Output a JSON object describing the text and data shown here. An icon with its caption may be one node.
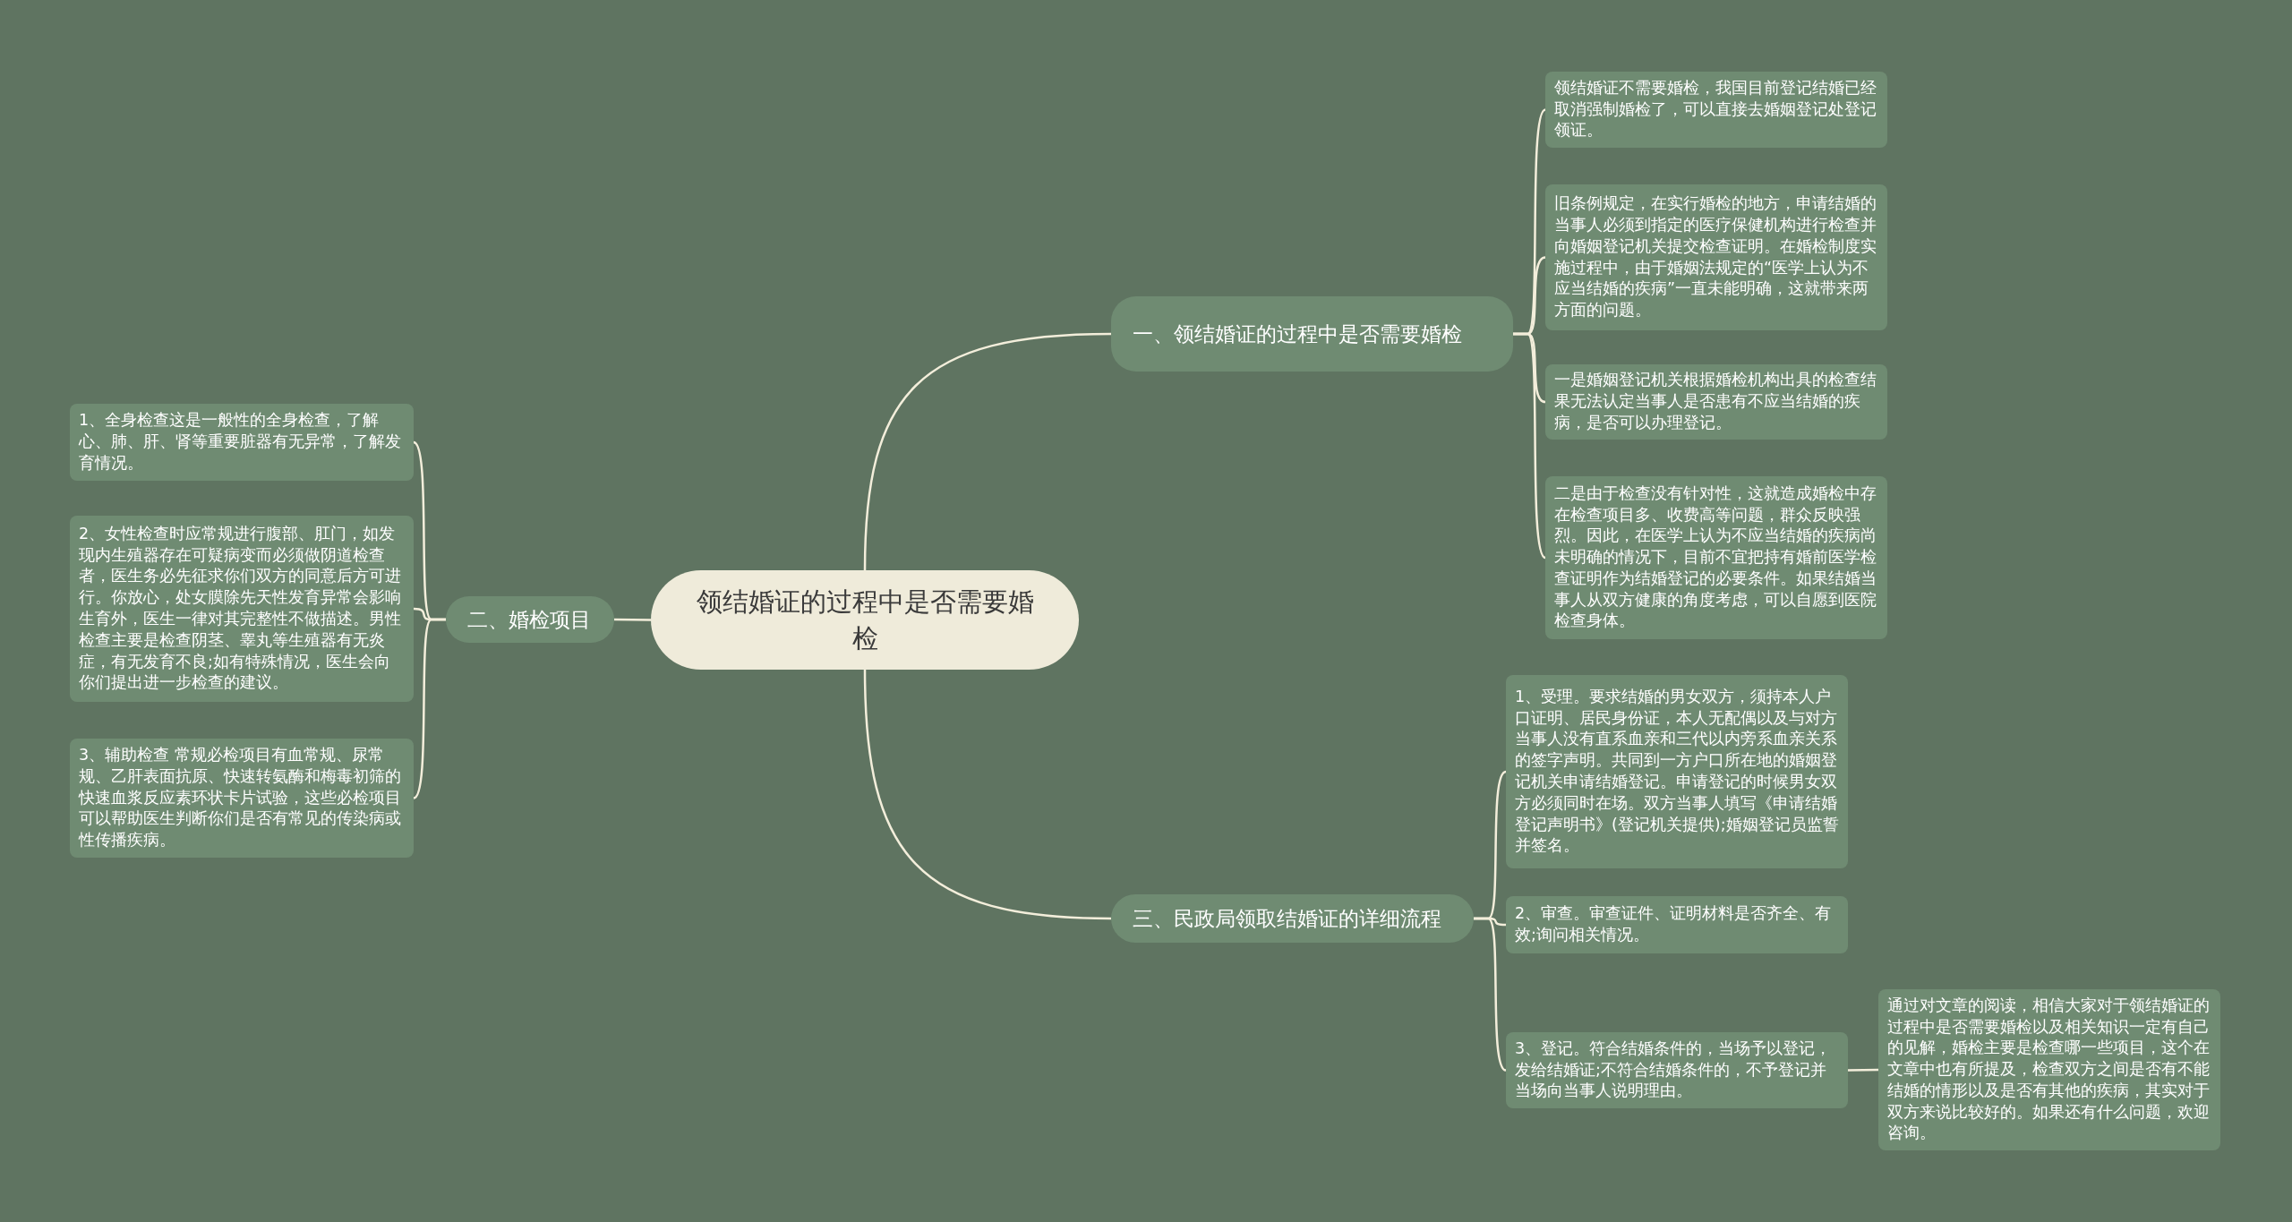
{
  "diagram": {
    "nodes": [
      {
        "text": [
          "领结婚证的过程中是否需要婚检"
        ]
      },
      {
        "text": [
          "一、领结婚证的过程中是否需要婚检"
        ]
      },
      {
        "text": [
          "领结婚证不需要婚检，我国目前登记结婚已经取消强制婚检了，可以直接去婚姻登记处登记领证。"
        ]
      },
      {
        "text": [
          "旧条例规定，在实行婚检的地方，申请结婚的当事人必须到指定的医疗保健机构进行检查并向婚姻登记机关提交检查证明。在婚检制度实施过程中，由于婚姻法规定的“医学上认为不应当结婚的疾病”一直未能明确，这就带来两方面的问题。"
        ]
      },
      {
        "text": [
          "一是婚姻登记机关根据婚检机构出具的检查结果无法认定当事人是否患有不应当结婚的疾病，是否可以办理登记。"
        ]
      },
      {
        "text": [
          "二是由于检查没有针对性，这就造成婚检中存在检查项目多、收费高等问题，群众反映强烈。因此，在医学上认为不应当结婚的疾病尚未明确的情况下，目前不宜把持有婚前医学检查证明作为结婚登记的必要条件。如果结婚当事人从双方健康的角度考虑，可以自愿到医院检查身体。"
        ]
      },
      {
        "text": [
          "二、婚检项目"
        ]
      },
      {
        "text": [
          "1、全身检查这是一般性的全身检查，了解心、肺、肝、肾等重要脏器有无异常，了解发育情况。"
        ]
      },
      {
        "text": [
          "2、女性检查时应常规进行腹部、肛门，如发现内生殖器存在可疑病变而必须做阴道检查者，医生务必先征求你们双方的同意后方可进行。你放心，处女膜除先天性发育异常会影响生育外，医生一律对其完整性不做描述。男性检查主要是检查阴茎、睾丸等生殖器有无炎症，有无发育不良;如有特殊情况，医生会向你们提出进一步检查的建议。"
        ]
      },
      {
        "text": [
          "3、辅助检查 常规必检项目有血常规、尿常规、乙肝表面抗原、快速转氨酶和梅毒初筛的快速血浆反应素环状卡片试验，这些必检项目可以帮助医生判断你们是否有常见的传染病或性传播疾病。"
        ]
      },
      {
        "text": [
          "三、民政局领取结婚证的详细流程"
        ]
      },
      {
        "text": [
          "1、受理。要求结婚的男女双方，须持本人户口证明、居民身份证，本人无配偶以及与对方当事人没有直系血亲和三代以内旁系血亲关系的签字声明。共同到一方户口所在地的婚姻登记机关申请结婚登记。申请登记的时候男女双方必须同时在场。双方当事人填写《申请结婚登记声明书》(登记机关提供);婚姻登记员监誓并签名。"
        ]
      },
      {
        "text": [
          "2、审查。审查证件、证明材料是否齐全、有效;询问相关情况。"
        ]
      },
      {
        "text": [
          "3、登记。符合结婚条件的，当场予以登记，发给结婚证;不符合结婚条件的，不予登记并当场向当事人说明理由。"
        ]
      },
      {
        "text": [
          "通过对文章的阅读，相信大家对于领结婚证的过程中是否需要婚检以及相关知识一定有自己的见解，婚检主要是检查哪一些项目，这个在文章中也有所提及，检查双方之间是否有不能结婚的情形以及是否有其他的疾病，其实对于双方来说比较好的。如果还有什么问题，欢迎咨询。"
        ]
      }
    ],
    "edges": [
      {
        "from": 0,
        "to": 1,
        "arrow": "none"
      },
      {
        "from": 1,
        "to": 2,
        "arrow": "none"
      },
      {
        "from": 1,
        "to": 3,
        "arrow": "none"
      },
      {
        "from": 1,
        "to": 4,
        "arrow": "none"
      },
      {
        "from": 1,
        "to": 5,
        "arrow": "none"
      },
      {
        "from": 0,
        "to": 6,
        "arrow": "none"
      },
      {
        "from": 6,
        "to": 7,
        "arrow": "none"
      },
      {
        "from": 6,
        "to": 8,
        "arrow": "none"
      },
      {
        "from": 6,
        "to": 9,
        "arrow": "none"
      },
      {
        "from": 0,
        "to": 10,
        "arrow": "none"
      },
      {
        "from": 10,
        "to": 11,
        "arrow": "none"
      },
      {
        "from": 10,
        "to": 12,
        "arrow": "none"
      },
      {
        "from": 10,
        "to": 13,
        "arrow": "none"
      },
      {
        "from": 13,
        "to": 14,
        "arrow": "none"
      }
    ]
  }
}
